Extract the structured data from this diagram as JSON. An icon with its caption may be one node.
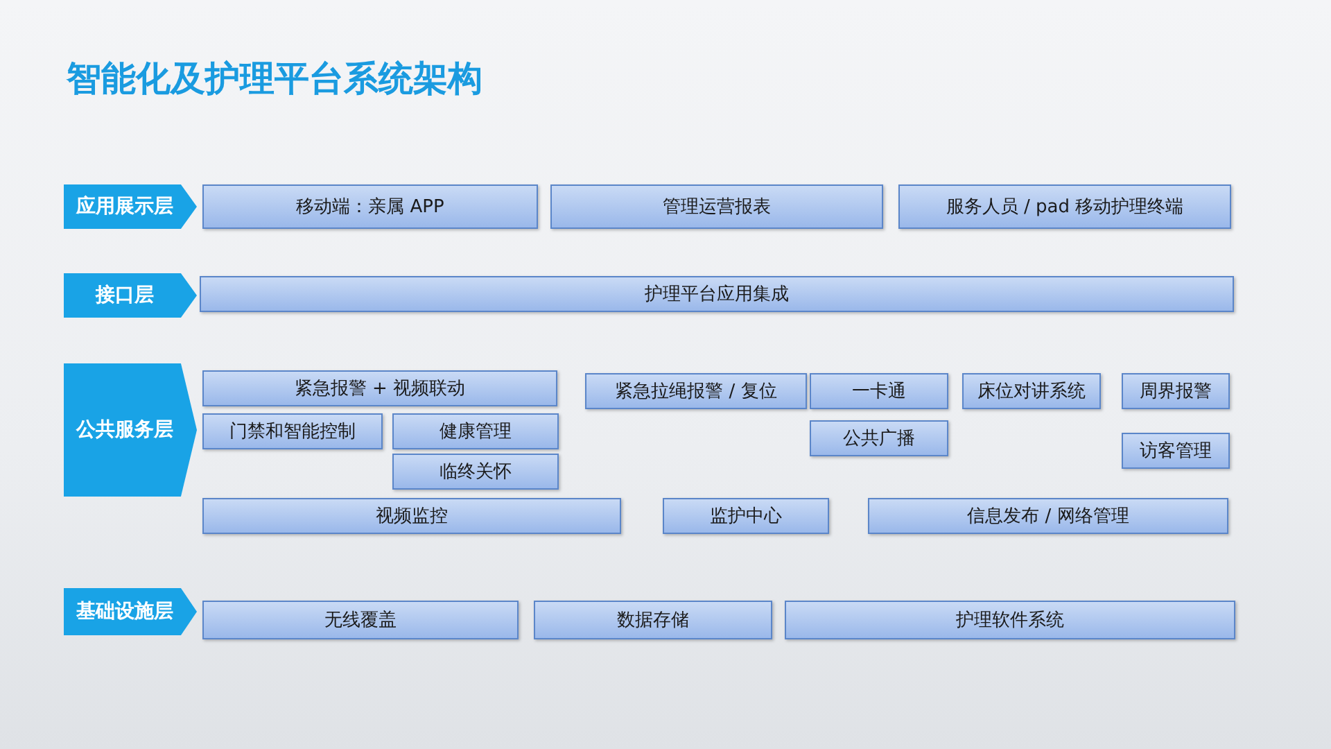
{
  "diagram": {
    "title": "智能化及护理平台系统架构",
    "nodes": [
      {
        "text": [
          "应用展示层"
        ]
      },
      {
        "text": [
          "移动端：亲属 APP"
        ]
      },
      {
        "text": [
          "管理运营报表"
        ]
      },
      {
        "text": [
          "服务人员 / pad 移动护理终端"
        ]
      },
      {
        "text": [
          "接口层"
        ]
      },
      {
        "text": [
          "护理平台应用集成"
        ]
      },
      {
        "text": [
          "公共服务层"
        ]
      },
      {
        "text": [
          "紧急报警 + 视频联动"
        ]
      },
      {
        "text": [
          "紧急拉绳报警 / 复位"
        ]
      },
      {
        "text": [
          "一卡通"
        ]
      },
      {
        "text": [
          "床位对讲系统"
        ]
      },
      {
        "text": [
          "周界报警"
        ]
      },
      {
        "text": [
          "门禁和智能控制"
        ]
      },
      {
        "text": [
          "健康管理"
        ]
      },
      {
        "text": [
          "公共广播"
        ]
      },
      {
        "text": [
          "访客管理"
        ]
      },
      {
        "text": [
          "临终关怀"
        ]
      },
      {
        "text": [
          "视频监控"
        ]
      },
      {
        "text": [
          "监护中心"
        ]
      },
      {
        "text": [
          "信息发布 / 网络管理"
        ]
      },
      {
        "text": [
          "基础设施层"
        ]
      },
      {
        "text": [
          "无线覆盖"
        ]
      },
      {
        "text": [
          "数据存储"
        ]
      },
      {
        "text": [
          "护理软件系统"
        ]
      }
    ]
  }
}
